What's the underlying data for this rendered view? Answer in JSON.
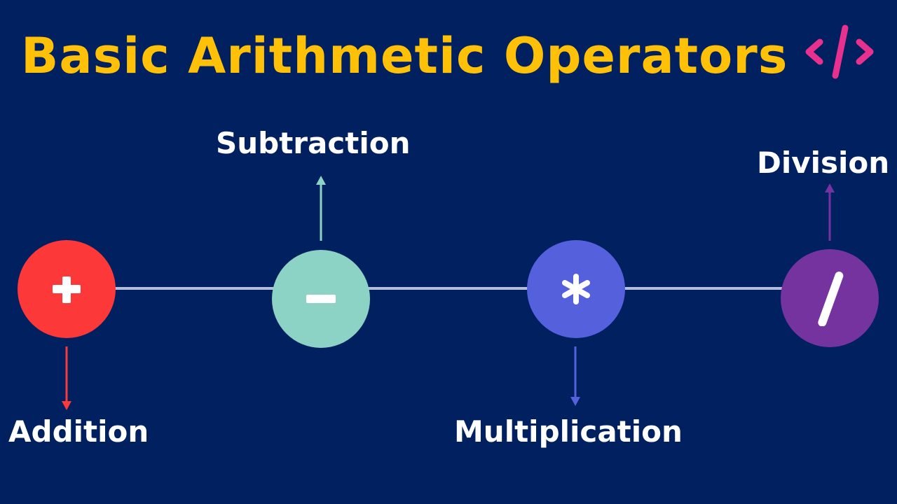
{
  "title": "Basic Arithmetic Operators",
  "title_icon": "code-tag-icon",
  "colors": {
    "background": "#00205f",
    "title": "#ffc107",
    "title_icon": "#e8318f",
    "connector": "#b4bedc",
    "label": "#ffffff"
  },
  "operators": [
    {
      "symbol": "+",
      "name": "Addition",
      "color": "#fd3838",
      "label_position": "below"
    },
    {
      "symbol": "-",
      "name": "Subtraction",
      "color": "#8dd3c5",
      "label_position": "above"
    },
    {
      "symbol": "*",
      "name": "Multiplication",
      "color": "#5560dc",
      "label_position": "below"
    },
    {
      "symbol": "/",
      "name": "Division",
      "color": "#7533a0",
      "label_position": "above"
    }
  ]
}
